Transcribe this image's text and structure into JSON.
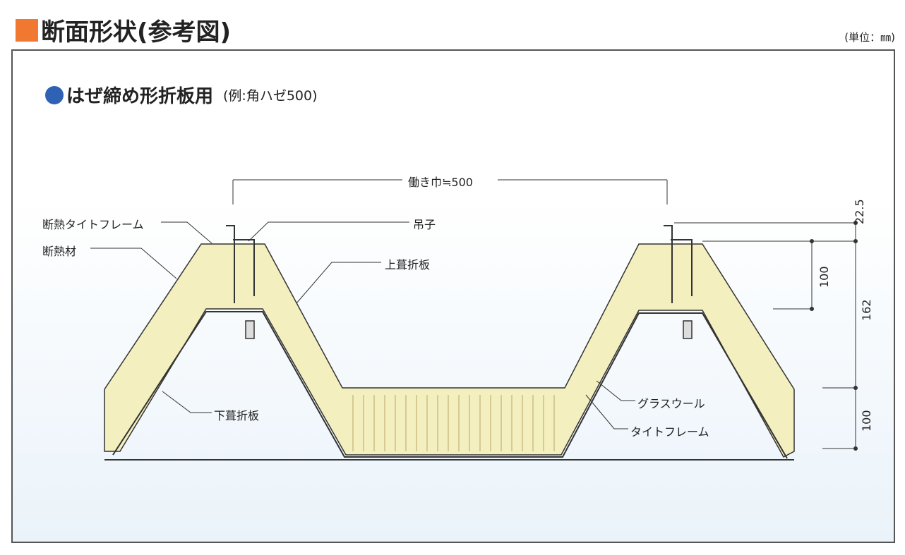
{
  "header": {
    "title": "断面形状(参考図)",
    "unit": "(単位：㎜)",
    "accent": "#f07830"
  },
  "section": {
    "title": "はぜ締め形折板用",
    "example": "(例:角ハゼ500)",
    "bullet_color": "#2f62b5"
  },
  "labels": {
    "width": "働き巾≒500",
    "insulation_tight_frame": "断熱タイトフレーム",
    "insulation": "断熱材",
    "hanger": "吊子",
    "upper_sheet": "上葺折板",
    "lower_sheet": "下葺折板",
    "glass_wool": "グラスウール",
    "tight_frame": "タイトフレーム"
  },
  "dimensions": {
    "d1": "22.5",
    "d2": "100",
    "d3": "162",
    "d4": "100"
  },
  "colors": {
    "insulation": "#f4efbf",
    "line": "#333333"
  }
}
